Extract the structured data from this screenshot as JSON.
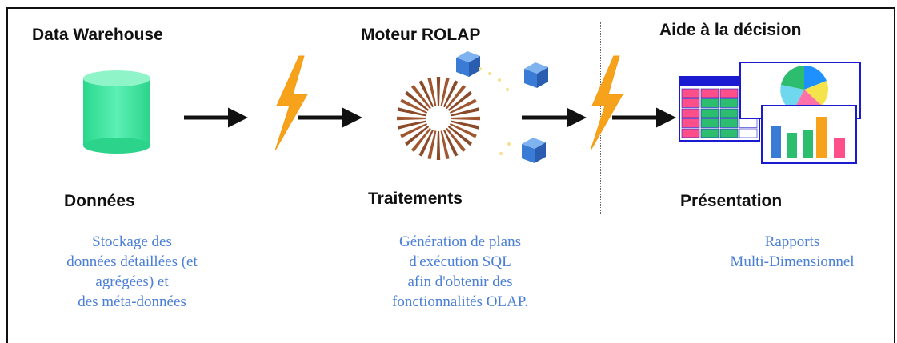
{
  "columns": [
    {
      "title": "Data Warehouse",
      "subtitle": "Données",
      "description": [
        "Stockage des",
        "données détaillées (et",
        "agrégées) et",
        "des méta-données"
      ]
    },
    {
      "title": "Moteur ROLAP",
      "subtitle": "Traitements",
      "description": [
        "Génération de plans",
        "d'exécution SQL",
        "afin d'obtenir des",
        "fonctionnalités OLAP."
      ]
    },
    {
      "title": "Aide à la décision",
      "subtitle": "Présentation",
      "description": [
        "Rapports",
        "Multi-Dimensionnel"
      ]
    }
  ],
  "colors": {
    "text_dark": "#111111",
    "description_blue": "#4a7fd6",
    "cylinder_green": "#3fe8a0",
    "lightning_orange": "#f7a21b",
    "engine_brown": "#8b4a2a",
    "cube_blue": "#3a7bd5"
  },
  "icons": [
    "database-cylinder-icon",
    "lightning-icon",
    "arrow-right-icon",
    "rolap-engine-icon",
    "cube-icon",
    "spreadsheet-icon",
    "pie-chart-icon",
    "bar-chart-icon"
  ]
}
